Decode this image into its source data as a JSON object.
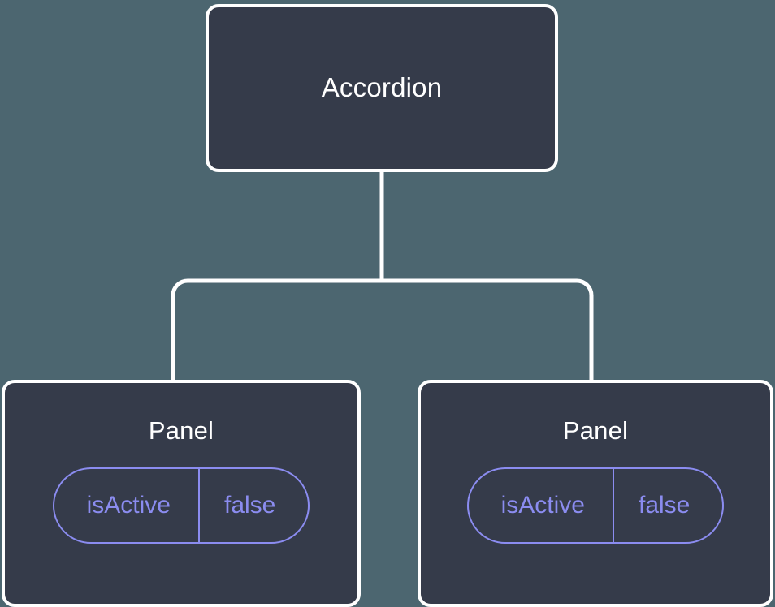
{
  "diagram": {
    "type": "component-tree",
    "background_color": "#4c6670",
    "node_fill_color": "#353b4a",
    "node_border_color": "#ffffff",
    "node_label_color": "#ffffff",
    "prop_accent_color": "#8b8cf0",
    "connector_color": "#ffffff",
    "root": {
      "label": "Accordion"
    },
    "children": [
      {
        "label": "Panel",
        "props": [
          {
            "key": "isActive",
            "value": "false"
          }
        ]
      },
      {
        "label": "Panel",
        "props": [
          {
            "key": "isActive",
            "value": "false"
          }
        ]
      }
    ]
  }
}
